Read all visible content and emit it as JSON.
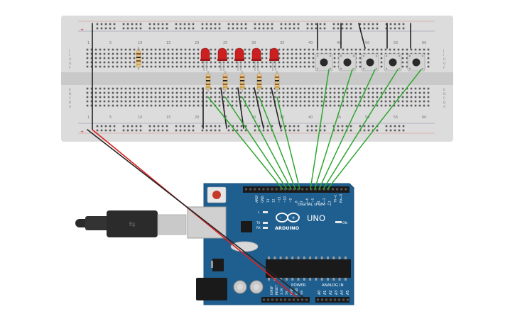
{
  "breadboard": {
    "column_numbers": [
      "1",
      "5",
      "10",
      "15",
      "20",
      "25",
      "30",
      "35",
      "40",
      "45",
      "50",
      "55",
      "60"
    ],
    "row_letters_top": [
      "J",
      "I",
      "H",
      "G",
      "F"
    ],
    "row_letters_bottom": [
      "E",
      "D",
      "C",
      "B",
      "A"
    ],
    "rail_plus": "+",
    "rail_minus": "-"
  },
  "arduino": {
    "brand": "ARDUINO",
    "model": "UNO",
    "digital_label": "DIGITAL (PWM ~)",
    "power_label": "POWER",
    "analog_label": "ANALOG IN",
    "on_label": "ON",
    "led_l": "L",
    "led_tx": "TX",
    "led_rx": "RX",
    "digital_pins": [
      "AREF",
      "GND",
      "13",
      "12",
      "~11",
      "~10",
      "~9",
      "8",
      "7",
      "~6",
      "~5",
      "4",
      "~3",
      "2",
      "TX→1",
      "RX←0"
    ],
    "power_pins": [
      "IOREF",
      "RESET",
      "3.3V",
      "5V",
      "GND",
      "GND",
      "Vin"
    ],
    "analog_pins": [
      "A0",
      "A1",
      "A2",
      "A3",
      "A4",
      "A5"
    ]
  },
  "components": {
    "led_count": 5,
    "button_count": 5,
    "led_color": "#cc1f1f",
    "wire_green": "#2fa52f",
    "wire_red": "#d92020",
    "wire_black": "#222222",
    "board_color": "#1f5f8f"
  }
}
